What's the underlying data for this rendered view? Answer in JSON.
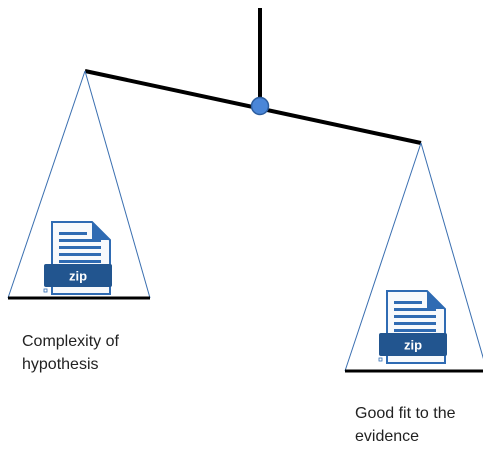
{
  "colors": {
    "beam": "#000000",
    "pan_strings": "#3a6fb0",
    "pivot": "#4a86d8",
    "pivot_outline": "#2c5d9e",
    "icon_blue": "#2f6bb3",
    "icon_dark_band": "#22558f",
    "icon_page": "#f7f9fc"
  },
  "icons": {
    "left_pan_item": "zip-file-icon",
    "right_pan_item": "zip-file-icon"
  },
  "left_pan": {
    "icon_text": "zip",
    "label_line1": "Complexity of",
    "label_line2": "hypothesis"
  },
  "right_pan": {
    "icon_text": "zip",
    "label_line1": "Good fit to the",
    "label_line2": "evidence"
  }
}
